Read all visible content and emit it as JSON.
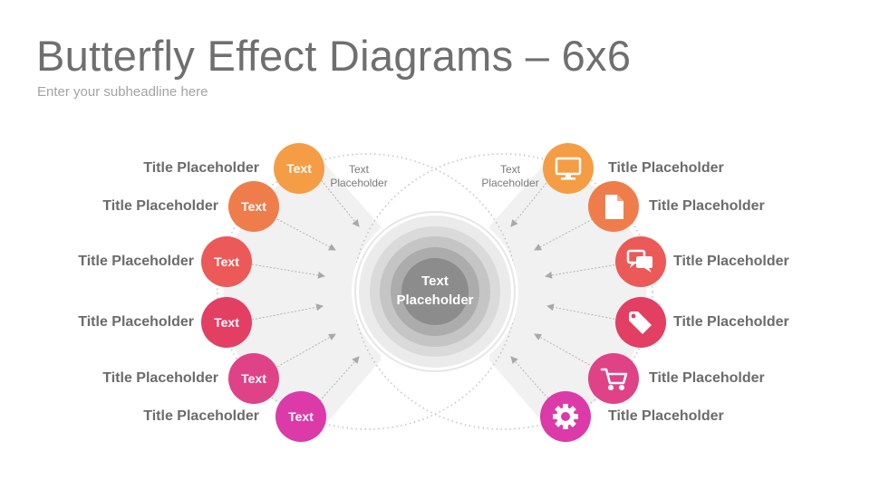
{
  "header": {
    "title": "Butterfly Effect Diagrams – 6x6",
    "subtitle": "Enter your subheadline here"
  },
  "center": {
    "label": "Text\nPlaceholder"
  },
  "top_left_note": "Text\nPlaceholder",
  "top_right_note": "Text\nPlaceholder",
  "left_items": [
    {
      "title": "Title Placeholder",
      "circle_text": "Text",
      "color": "#f59d45"
    },
    {
      "title": "Title Placeholder",
      "circle_text": "Text",
      "color": "#ef7d4c"
    },
    {
      "title": "Title Placeholder",
      "circle_text": "Text",
      "color": "#eb5a58"
    },
    {
      "title": "Title Placeholder",
      "circle_text": "Text",
      "color": "#e33f63"
    },
    {
      "title": "Title Placeholder",
      "circle_text": "Text",
      "color": "#e04287"
    },
    {
      "title": "Title Placeholder",
      "circle_text": "Text",
      "color": "#dc3aa8"
    }
  ],
  "right_items": [
    {
      "title": "Title Placeholder",
      "icon": "monitor-icon",
      "color": "#f59d45"
    },
    {
      "title": "Title Placeholder",
      "icon": "document-icon",
      "color": "#ef7d4c"
    },
    {
      "title": "Title Placeholder",
      "icon": "chat-icon",
      "color": "#eb5a58"
    },
    {
      "title": "Title Placeholder",
      "icon": "tag-icon",
      "color": "#e33f63"
    },
    {
      "title": "Title Placeholder",
      "icon": "cart-icon",
      "color": "#e04287"
    },
    {
      "title": "Title Placeholder",
      "icon": "gear-icon",
      "color": "#dc3aa8"
    }
  ]
}
